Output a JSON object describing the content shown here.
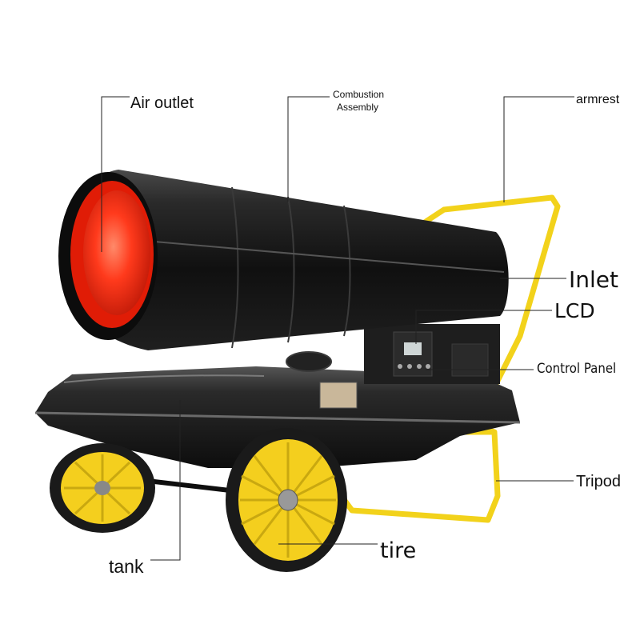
{
  "labels": {
    "air_outlet": "Air outlet",
    "combustion_line1": "Combustion",
    "combustion_line2": "Assembly",
    "armrest": "armrest",
    "inlet": "Inlet",
    "lcd": "LCD",
    "control_panel": "Control Panel",
    "tripod": "Tripod",
    "tank": "tank",
    "tire": "tire"
  },
  "colors": {
    "body": "#1c1c1c",
    "frame": "#f2d21b",
    "wheel": "#f4cf1e",
    "flame": "#ff3b20",
    "leader": "#222222"
  }
}
